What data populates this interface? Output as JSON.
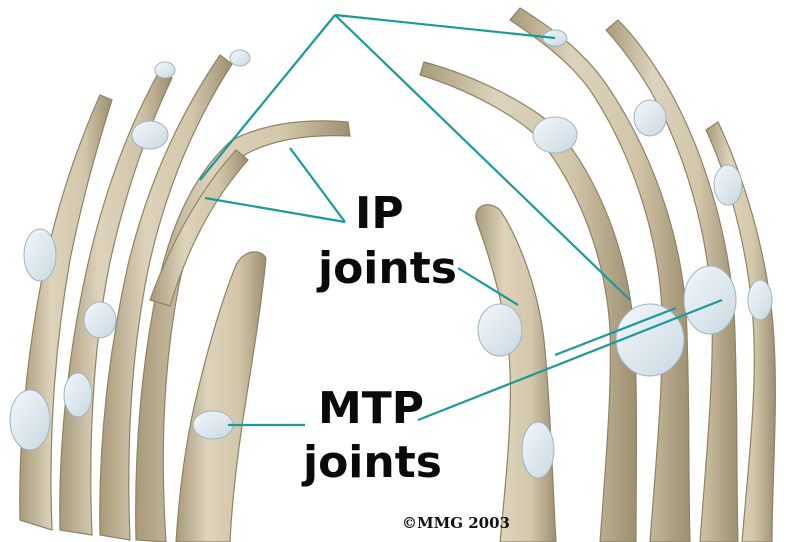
{
  "diagram": {
    "title_partial": "IP joints",
    "labels": {
      "ip_line1": "IP",
      "ip_line2": "joints",
      "mtp_line1": "MTP",
      "mtp_line2": "joints"
    },
    "copyright": "©MMG 2003"
  },
  "colors": {
    "background": "#ffffff",
    "bone": "#d8cdb4",
    "bone_shade": "#b3a688",
    "cartilage": "#e3eef4",
    "leader_line": "#1a9a9a",
    "text": "#0a0a0a"
  },
  "icons": {
    "bones": "toe-bones-illustration"
  }
}
